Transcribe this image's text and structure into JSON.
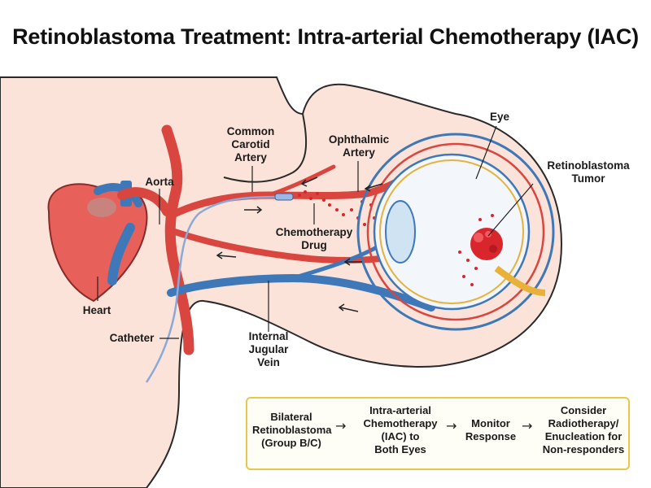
{
  "title": "Retinoblastoma Treatment: Intra-arterial Chemotherapy (IAC)",
  "labels": {
    "common_carotid": [
      "Common",
      "Carotid",
      "Artery"
    ],
    "ophthalmic": [
      "Ophthalmic",
      "Artery"
    ],
    "eye": [
      "Eye"
    ],
    "tumor": [
      "Retinoblastoma",
      "Tumor"
    ],
    "aorta": [
      "Aorta"
    ],
    "chemo": [
      "Chemotherapy",
      "Drug"
    ],
    "heart": [
      "Heart"
    ],
    "catheter": [
      "Catheter"
    ],
    "jugular": [
      "Internal",
      "Jugular",
      "Vein"
    ]
  },
  "flow": {
    "steps": [
      [
        "Bilateral",
        "Retinoblastoma",
        "(Group B/C)"
      ],
      [
        "Intra-arterial",
        "Chemotherapy",
        "(IAC) to",
        "Both Eyes"
      ],
      [
        "Monitor",
        "Response"
      ],
      [
        "Consider",
        "Radiotherapy/",
        "Enucleation for",
        "Non-responders"
      ]
    ],
    "arrow_glyph": "→",
    "border_color": "#e7c84a"
  },
  "colors": {
    "skin": "#fbe3da",
    "skin_outline": "#2a2a2a",
    "artery": "#d9463f",
    "vein": "#3f78b8",
    "tumor": "#d9262c",
    "catheter": "#8aa9d8",
    "retina": "#e8b13c"
  }
}
